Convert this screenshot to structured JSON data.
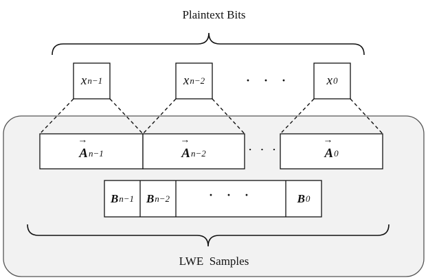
{
  "plaintext": {
    "title": "Plaintext Bits",
    "bits": [
      {
        "base": "x",
        "sub": "n−1"
      },
      {
        "base": "x",
        "sub": "n−2"
      },
      {
        "base": "x",
        "sub": "0"
      }
    ],
    "ellipsis": "· · ·"
  },
  "lwe": {
    "title": "LWE  Samples",
    "a_vectors": [
      {
        "base": "A",
        "sub": "n−1",
        "arrow": "→"
      },
      {
        "base": "A",
        "sub": "n−2",
        "arrow": "→"
      },
      {
        "base": "A",
        "sub": "0",
        "arrow": "→"
      }
    ],
    "a_ellipsis": "· · ·",
    "b_values": [
      {
        "base": "B",
        "sub": "n−1"
      },
      {
        "base": "B",
        "sub": "n−2"
      },
      {
        "base": "B",
        "sub": "0"
      }
    ],
    "b_ellipsis": "· · ·"
  },
  "colors": {
    "stroke": "#111111",
    "panel_fill": "#f2f2f2",
    "panel_stroke": "#555555"
  }
}
